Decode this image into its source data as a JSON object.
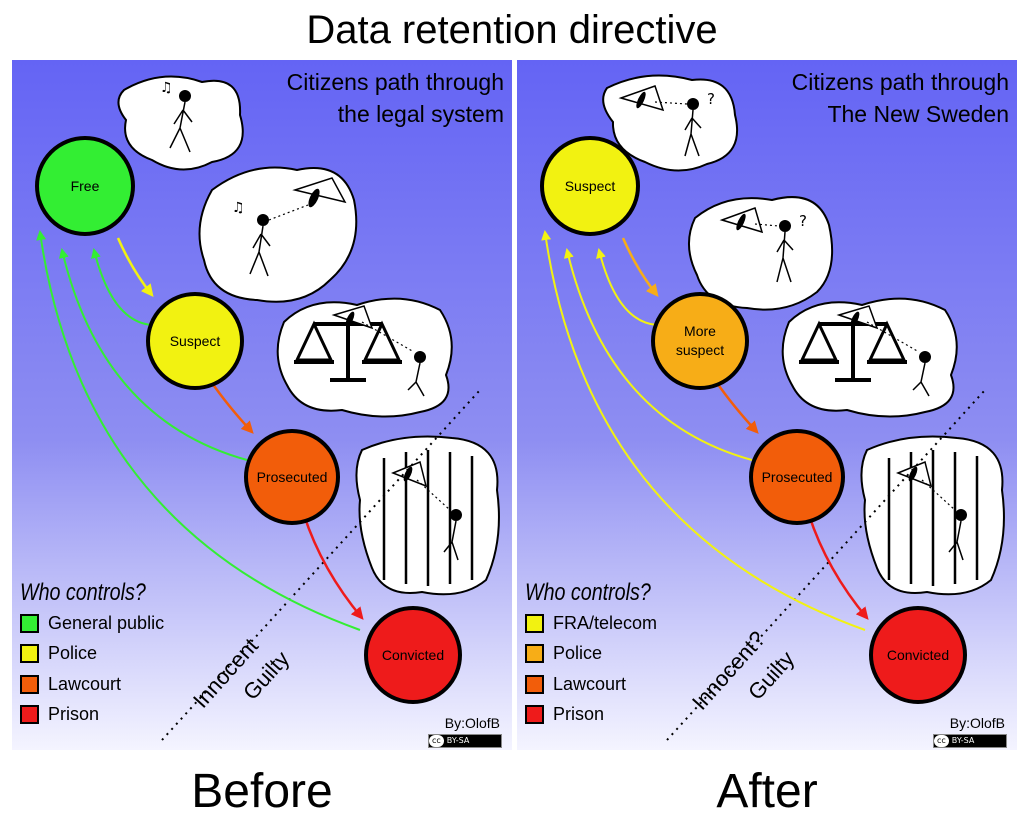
{
  "title": "Data retention directive",
  "panels": [
    {
      "caption": "Before",
      "heading_line1": "Citizens path through",
      "heading_line2": "the legal system",
      "nodes": {
        "n1": {
          "label": "Free",
          "color": "#33ee33"
        },
        "n2": {
          "label": "Suspect",
          "color": "#f2f211"
        },
        "n3": {
          "label": "Prosecuted",
          "color": "#f25d0a"
        },
        "n4": {
          "label": "Convicted",
          "color": "#ee1b1b"
        }
      },
      "boundary_upper": "Innocent",
      "boundary_lower": "Guilty",
      "legend_title": "Who controls?",
      "legend": [
        {
          "label": "General public",
          "color": "#33ee33"
        },
        {
          "label": "Police",
          "color": "#f2f211"
        },
        {
          "label": "Lawcourt",
          "color": "#f25d0a"
        },
        {
          "label": "Prison",
          "color": "#ee1b1b"
        }
      ],
      "credit": "By:OlofB",
      "license_cc": "cc",
      "license_text": "BY-SA"
    },
    {
      "caption": "After",
      "heading_line1": "Citizens path through",
      "heading_line2": "The New Sweden",
      "nodes": {
        "n1": {
          "label": "Suspect",
          "color": "#f2f211"
        },
        "n2": {
          "label": "More suspect",
          "color": "#f7ad17"
        },
        "n3": {
          "label": "Prosecuted",
          "color": "#f25d0a"
        },
        "n4": {
          "label": "Convicted",
          "color": "#ee1b1b"
        }
      },
      "boundary_upper": "Innocent?",
      "boundary_lower": "Guilty",
      "legend_title": "Who controls?",
      "legend": [
        {
          "label": "FRA/telecom",
          "color": "#f2f211"
        },
        {
          "label": "Police",
          "color": "#f7ad17"
        },
        {
          "label": "Lawcourt",
          "color": "#f25d0a"
        },
        {
          "label": "Prison",
          "color": "#ee1b1b"
        }
      ],
      "credit": "By:OlofB",
      "license_cc": "cc",
      "license_text": "BY-SA"
    }
  ]
}
